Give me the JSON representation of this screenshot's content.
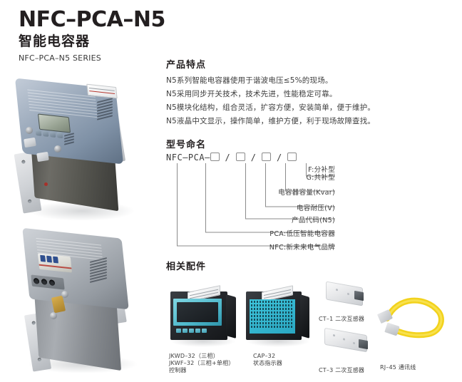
{
  "header": {
    "model_title": "NFC–PCA–N5",
    "subtitle_cn": "智能电容器",
    "series": "NFC–PCA–N5 SERIES"
  },
  "features": {
    "heading": "产品特点",
    "lines": [
      "N5系列智能电容器使用于谐波电压≤5%的现场。",
      "N5采用同步开关技术，技术先进，性能稳定可靠。",
      "N5模块化结构，组合灵活，扩容方便，安装简单，便于维护。",
      "N5液晶中文显示，操作简单，维护方便，利于现场故障查找。"
    ]
  },
  "naming": {
    "heading": "型号命名",
    "prefix": "NFC",
    "dash1": "–PCA–",
    "separator": "/",
    "callouts": [
      {
        "id": "type",
        "line1": "F:分补型",
        "line2": "G:共补型"
      },
      {
        "id": "capacity",
        "line1": "电容器容量(Kvar)"
      },
      {
        "id": "voltage",
        "line1": "电容耐压(V)"
      },
      {
        "id": "product-code",
        "line1": "产品代码(N5)"
      },
      {
        "id": "pca",
        "line1": "PCA:低压智能电容器"
      },
      {
        "id": "nfc",
        "line1": "NFC:新未来电气品牌"
      }
    ]
  },
  "accessories": {
    "heading": "相关配件",
    "items": [
      {
        "id": "controller",
        "caption_lines": [
          "JKWD–32（三相）",
          "JKWF–32（三相+单相）",
          "控制器"
        ]
      },
      {
        "id": "cap32",
        "caption_lines": [
          "CAP–32",
          "状态指示器"
        ]
      },
      {
        "id": "ct1",
        "caption_lines": [
          "CT–1 二次互感器"
        ]
      },
      {
        "id": "ct3",
        "caption_lines": [
          "CT–3 二次互感器"
        ]
      },
      {
        "id": "rj45",
        "caption_lines": [
          "RJ–45 通讯线"
        ]
      }
    ]
  },
  "colors": {
    "text": "#231f20",
    "body_text": "#3d3d3d",
    "line": "#8b8b8b",
    "cyan": "#3fc6dd",
    "cable_yellow": "#f2d21c"
  }
}
